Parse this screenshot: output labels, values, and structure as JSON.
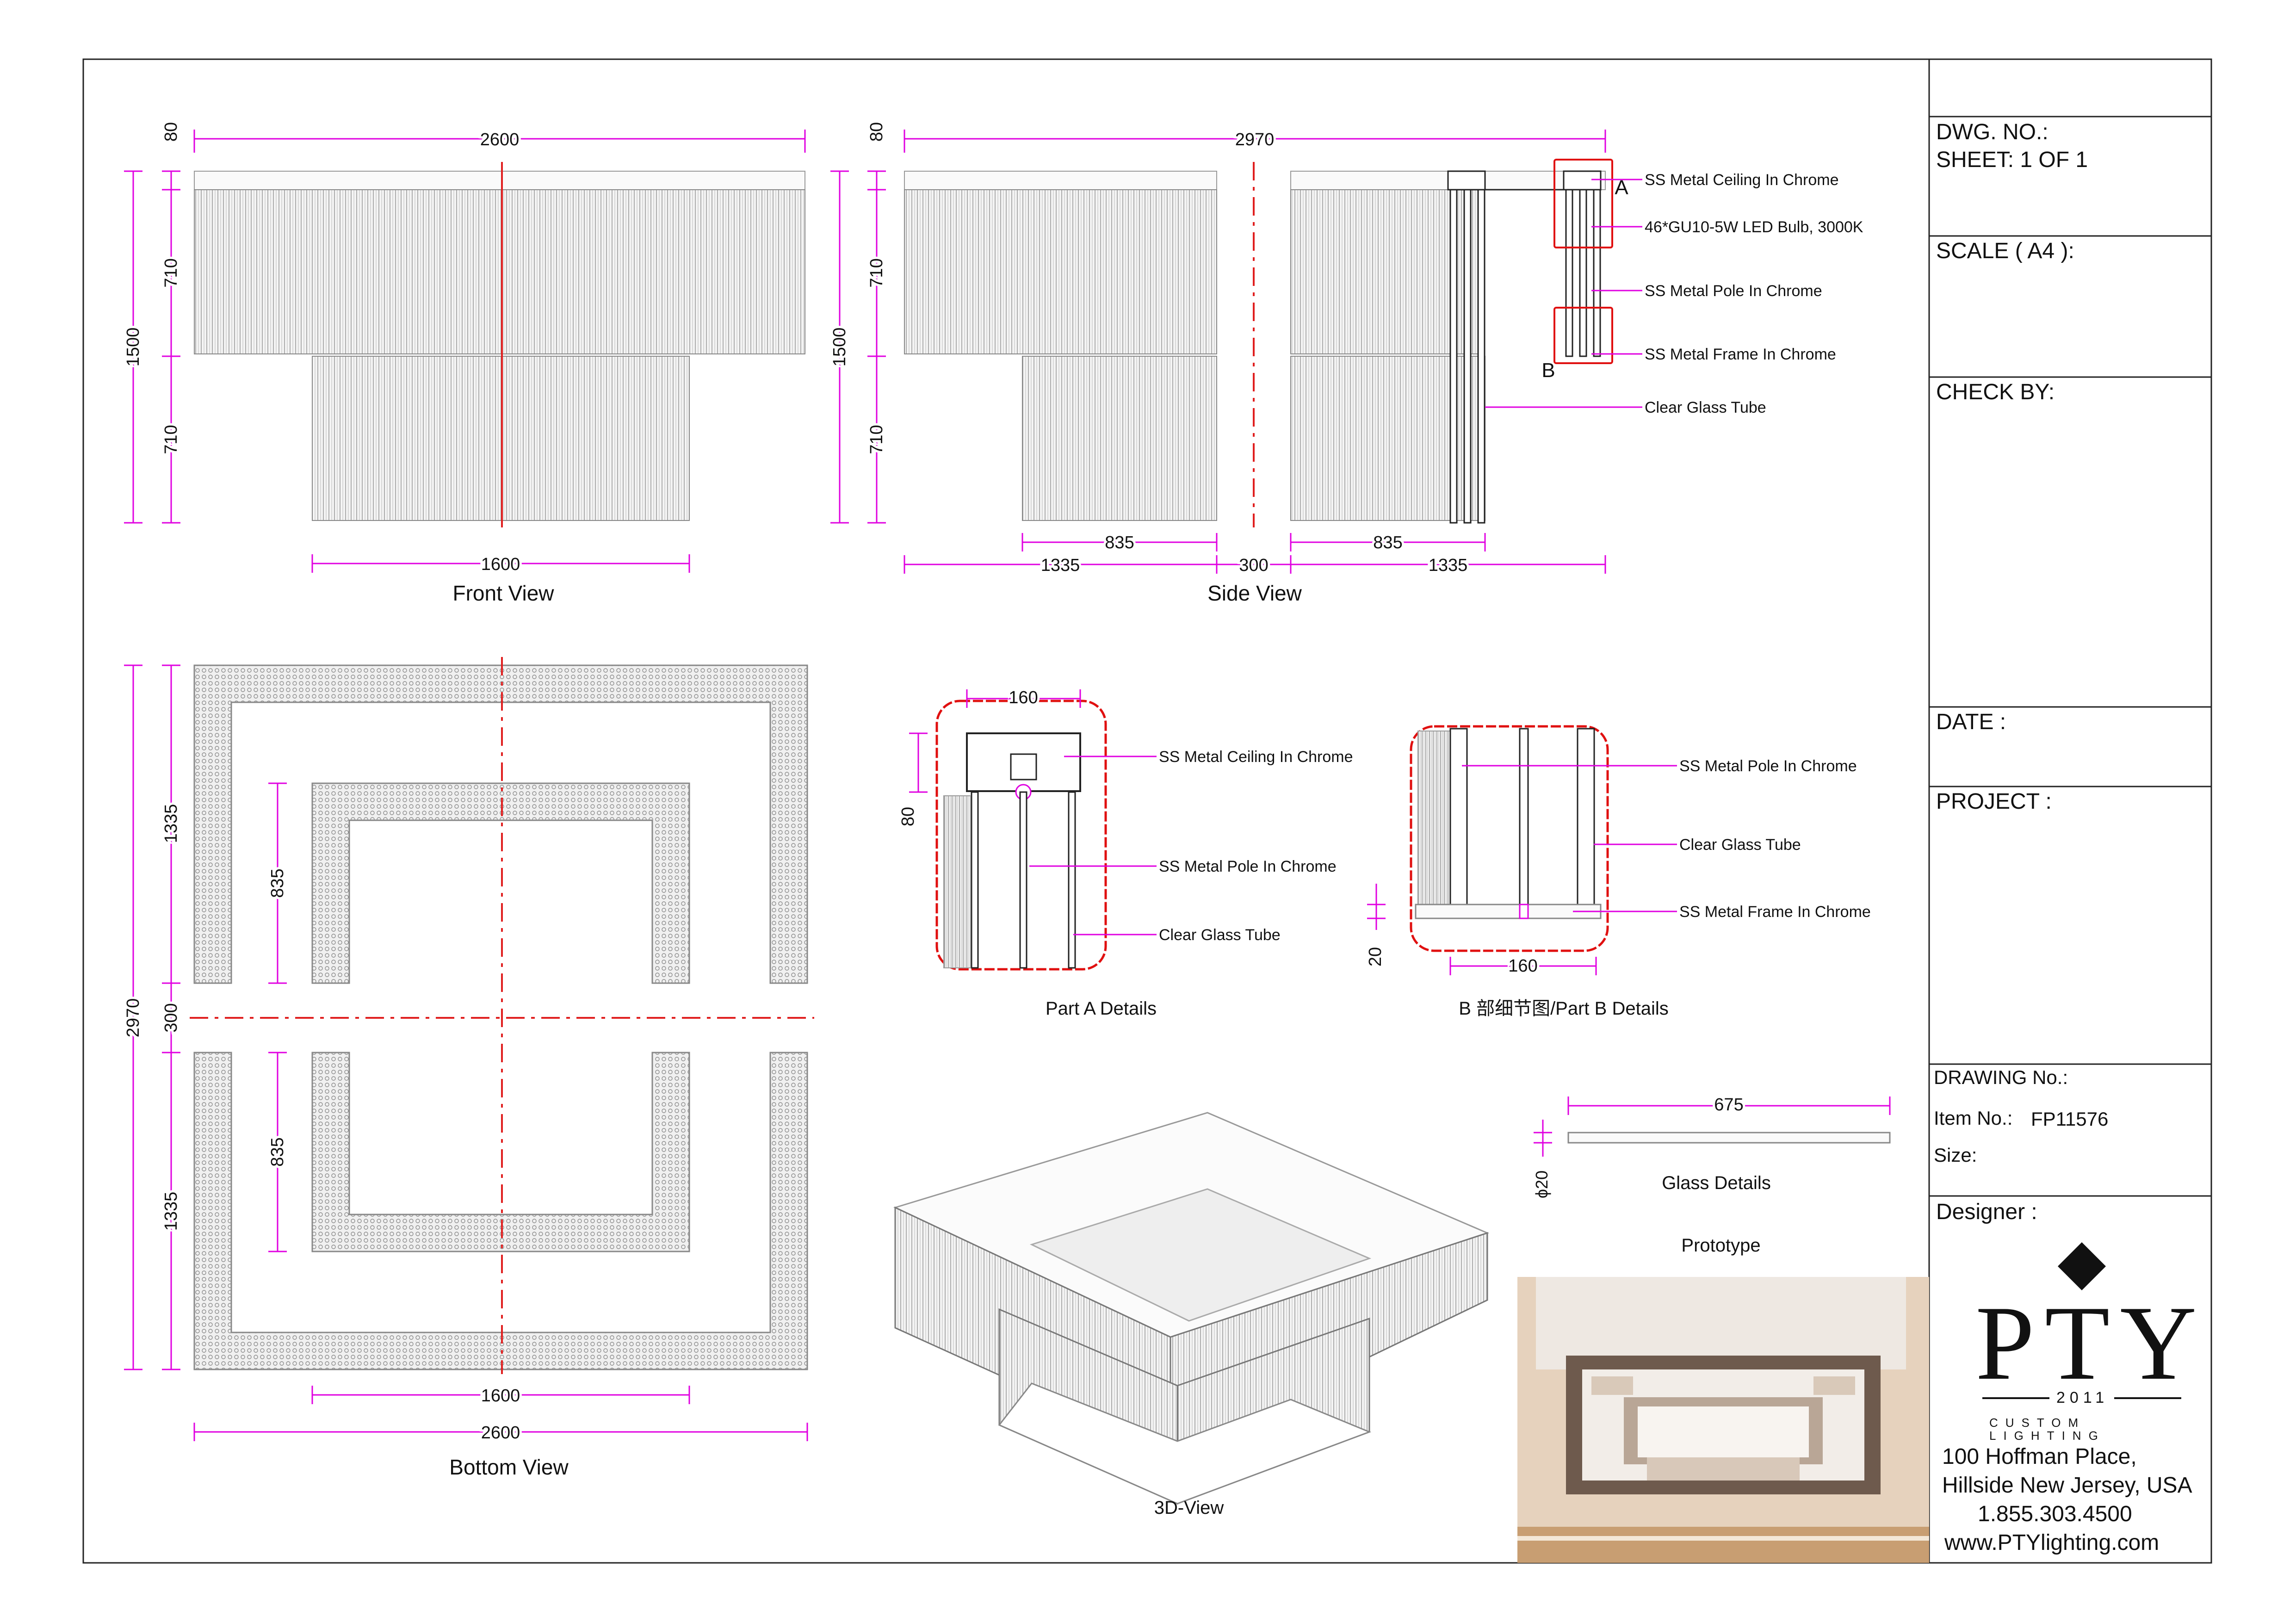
{
  "views": {
    "front": {
      "title": "Front View",
      "dims": {
        "width_top": "2600",
        "width_bottom": "1600",
        "height_total": "1500",
        "tier_upper": "710",
        "tier_lower": "710",
        "ceiling": "80"
      }
    },
    "side": {
      "title": "Side View",
      "dims": {
        "width_top": "2970",
        "height_total": "1500",
        "tier_upper": "710",
        "tier_lower": "710",
        "ceiling": "80",
        "lower_left": "835",
        "lower_right": "835",
        "bottom_left": "1335",
        "gap": "300",
        "bottom_right": "1335"
      },
      "callouts": [
        "SS Metal Ceiling In Chrome",
        "46*GU10-5W LED Bulb, 3000K",
        "SS Metal Pole In Chrome",
        "SS Metal Frame In Chrome",
        "Clear Glass Tube"
      ],
      "markers": {
        "a": "A",
        "b": "B"
      }
    },
    "bottom": {
      "title": "Bottom View",
      "dims": {
        "total": "2970",
        "outer_upper": "1335",
        "gap": "300",
        "outer_lower": "1335",
        "inner_upper": "835",
        "inner_lower": "835",
        "width_inner": "1600",
        "width_outer": "2600"
      }
    },
    "part_a": {
      "title": "Part A Details",
      "dims": {
        "width": "160",
        "height": "80"
      },
      "callouts": [
        "SS Metal Ceiling In Chrome",
        "SS Metal Pole In Chrome",
        "Clear Glass Tube"
      ]
    },
    "part_b": {
      "title": "B 部细节图/Part B Details",
      "dims": {
        "width": "160",
        "height": "20"
      },
      "callouts": [
        "SS Metal Pole In Chrome",
        "Clear Glass Tube",
        "SS Metal Frame In Chrome"
      ]
    },
    "glass": {
      "title": "Glass Details",
      "dims": {
        "length": "675",
        "diameter": "ϕ20"
      }
    },
    "three_d": {
      "title": "3D-View"
    },
    "prototype": {
      "title": "Prototype"
    }
  },
  "title_block": {
    "dwg_no": "DWG. NO.:",
    "sheet": "SHEET: 1 OF 1",
    "scale": "SCALE ( A4 ):",
    "check_by": "CHECK BY:",
    "date": "DATE :",
    "project": "PROJECT :",
    "drawing_no": "DRAWING No.:",
    "item_no_label": "Item No.:",
    "item_no_value": "FP11576",
    "size": "Size:",
    "designer": "Designer :"
  },
  "company": {
    "logo_text": "PTY",
    "year": "2011",
    "tagline_1": "CUSTOM",
    "tagline_2": "LIGHTING",
    "address_1": "100 Hoffman Place,",
    "address_2": "Hillside New Jersey, USA",
    "phone": "1.855.303.4500",
    "website": "www.PTYlighting.com"
  },
  "colors": {
    "dimension": "#e000e0",
    "centerline": "#e02020",
    "detail_outline": "#e01010",
    "line": "#222222",
    "tube": "#aaaaaa"
  }
}
